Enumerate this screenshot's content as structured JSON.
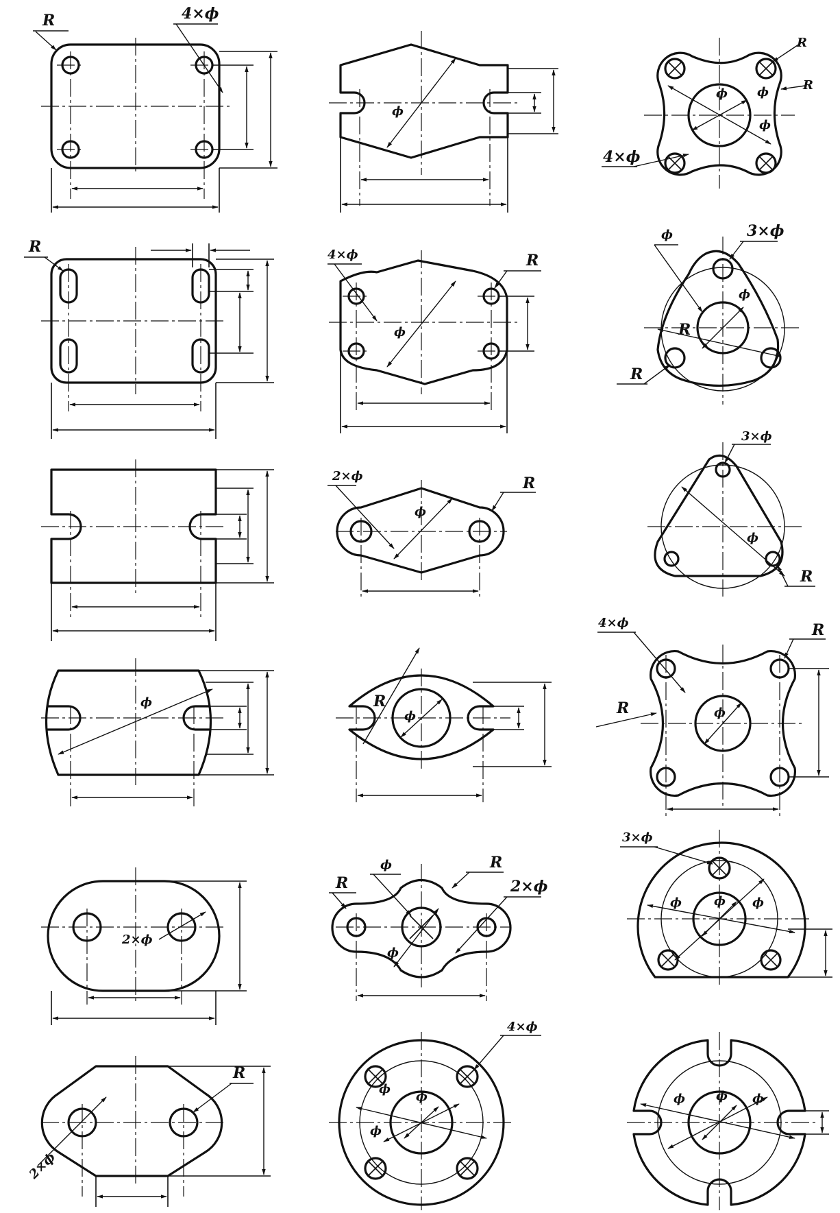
{
  "figures": [
    {
      "id": "r1c1",
      "labels": [
        "R",
        "4×ϕ"
      ]
    },
    {
      "id": "r1c2",
      "labels": [
        "ϕ"
      ]
    },
    {
      "id": "r1c3",
      "labels": [
        "R",
        "R",
        "ϕ",
        "ϕ",
        "ϕ",
        "4×ϕ"
      ]
    },
    {
      "id": "r2c1",
      "labels": [
        "R"
      ]
    },
    {
      "id": "r2c2",
      "labels": [
        "4×ϕ",
        "R",
        "ϕ"
      ]
    },
    {
      "id": "r2c3",
      "labels": [
        "ϕ",
        "3×ϕ",
        "ϕ",
        "R",
        "R"
      ]
    },
    {
      "id": "r3c1",
      "labels": []
    },
    {
      "id": "r3c2",
      "labels": [
        "2×ϕ",
        "R",
        "ϕ"
      ]
    },
    {
      "id": "r3c3",
      "labels": [
        "3×ϕ",
        "ϕ",
        "R"
      ]
    },
    {
      "id": "r4c1",
      "labels": [
        "ϕ"
      ]
    },
    {
      "id": "r4c2",
      "labels": [
        "R",
        "ϕ"
      ]
    },
    {
      "id": "r4c3",
      "labels": [
        "4×ϕ",
        "R",
        "R",
        "ϕ"
      ]
    },
    {
      "id": "r5c1",
      "labels": [
        "2×ϕ"
      ]
    },
    {
      "id": "r5c2",
      "labels": [
        "ϕ",
        "R",
        "R",
        "2×ϕ",
        "ϕ"
      ]
    },
    {
      "id": "r5c3",
      "labels": [
        "3×ϕ",
        "ϕ",
        "ϕ",
        "ϕ"
      ]
    },
    {
      "id": "r6c1",
      "labels": [
        "R",
        "2×ϕ"
      ]
    },
    {
      "id": "r6c2",
      "labels": [
        "4×ϕ",
        "ϕ",
        "ϕ",
        "ϕ"
      ]
    },
    {
      "id": "r6c3",
      "labels": [
        "ϕ",
        "ϕ",
        "ϕ"
      ]
    }
  ]
}
